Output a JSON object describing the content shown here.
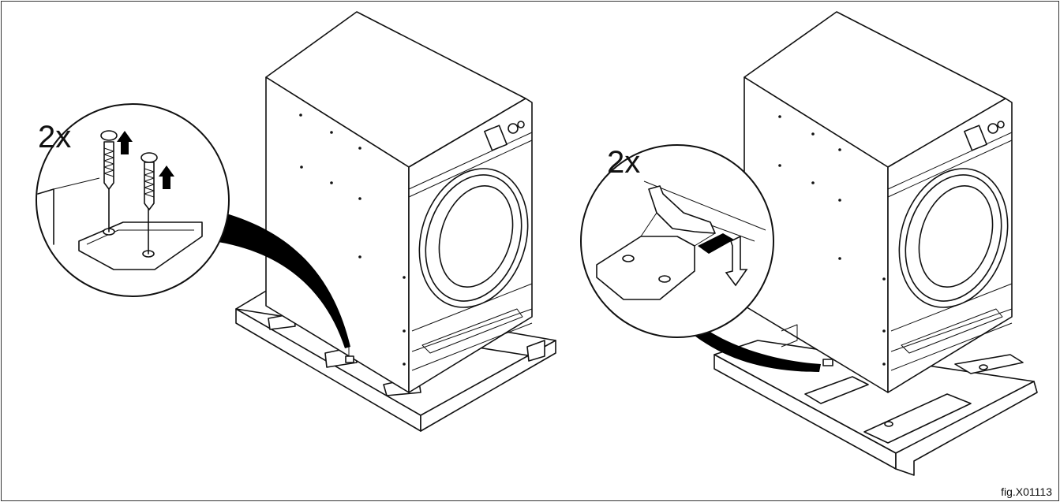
{
  "figure": {
    "left_callout": {
      "count": "2x",
      "icon": "screw-removal-icon"
    },
    "right_callout": {
      "count": "2x",
      "icon": "bracket-removal-icon"
    },
    "figure_id": "fig.X01113"
  }
}
